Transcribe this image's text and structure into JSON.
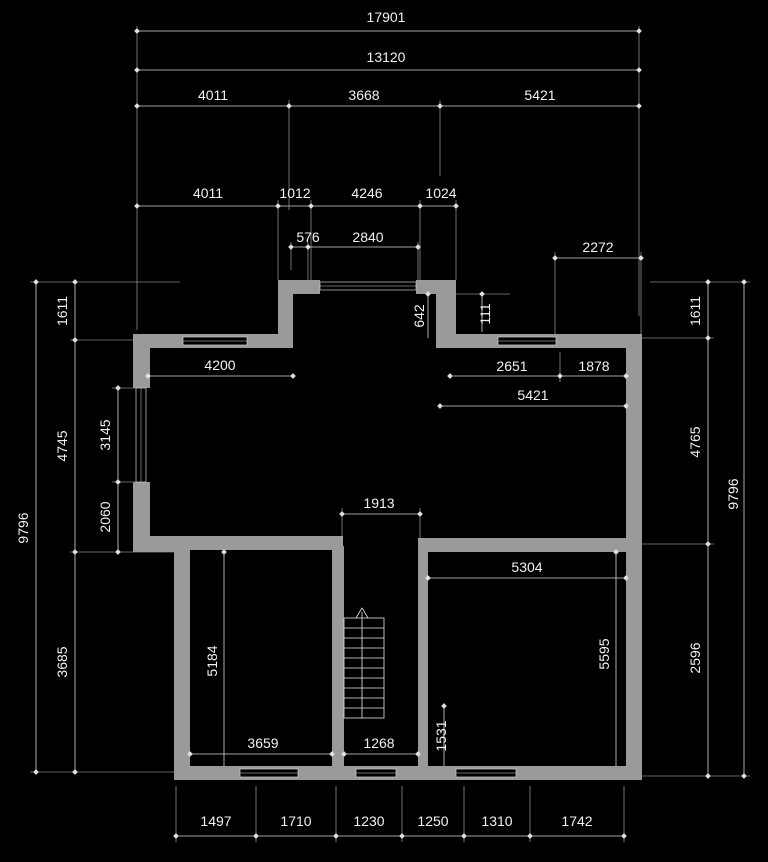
{
  "top_dimensions": {
    "row1": [
      "17901"
    ],
    "row2": [
      "13120"
    ],
    "row3": [
      "4011",
      "3668",
      "5421"
    ],
    "row4": [
      "4011",
      "1012",
      "4246",
      "1024"
    ],
    "row5": [
      "576",
      "2840"
    ],
    "right_extension": "2272"
  },
  "left_dimensions": {
    "outer": "9796",
    "middle": [
      "4745",
      "3685"
    ],
    "inner_top": "1611",
    "inner": [
      "3145",
      "2060"
    ]
  },
  "right_dimensions": {
    "outer": "9796",
    "top": "1611",
    "middle": [
      "4765",
      "2596"
    ]
  },
  "bottom_dimensions": [
    "1497",
    "1710",
    "1230",
    "1250",
    "1310",
    "1742"
  ],
  "interior_dimensions": {
    "room_tl_width": "4200",
    "room_tr_left": "2651",
    "room_tr_right": "1878",
    "room_tr_width": "5421",
    "hall_width": "1913",
    "room_br_width": "5304",
    "room_br_height": "5595",
    "room_bl_height": "5184",
    "room_bl_width": "3659",
    "stair_width": "1268",
    "stair_side": "1531",
    "notch_depth": "642",
    "notch_right": "111"
  }
}
